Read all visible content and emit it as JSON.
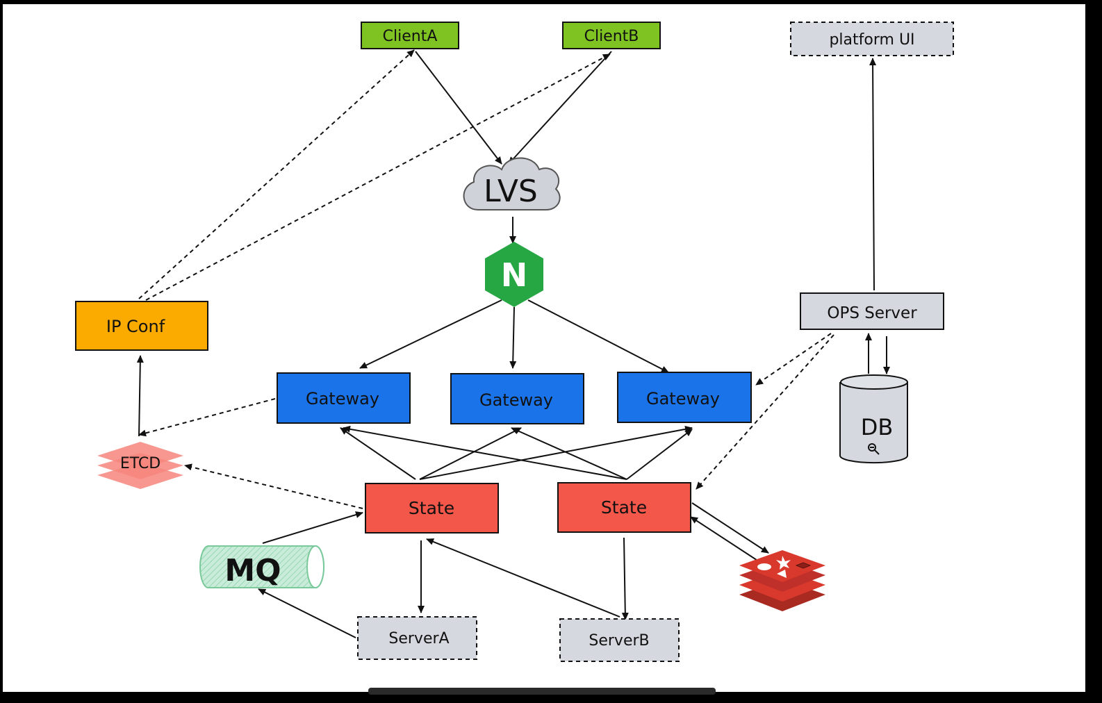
{
  "nodes": {
    "client_a": "ClientA",
    "client_b": "ClientB",
    "platform_ui": "platform UI",
    "lvs": "LVS",
    "nginx": "N",
    "ip_conf": "IP Conf",
    "ops_server": "OPS Server",
    "gateway_1": "Gateway",
    "gateway_2": "Gateway",
    "gateway_3": "Gateway",
    "db": "DB",
    "etcd": "ETCD",
    "state_1": "State",
    "state_2": "State",
    "mq": "MQ",
    "server_a": "ServerA",
    "server_b": "ServerB"
  },
  "colors": {
    "client": "#7ec322",
    "gateway": "#1a73e8",
    "state": "#f2574a",
    "ip_conf": "#fbab00",
    "nginx": "#26a744",
    "gray_box": "#d5d8de",
    "etcd": "#f7857c",
    "mq": "#c8ecd9",
    "redis": "#d9382c"
  },
  "icons": {
    "db": "magnifier-icon",
    "redis": "redis-stack-icon",
    "nginx": "hexagon-icon",
    "lvs": "cloud-icon"
  }
}
